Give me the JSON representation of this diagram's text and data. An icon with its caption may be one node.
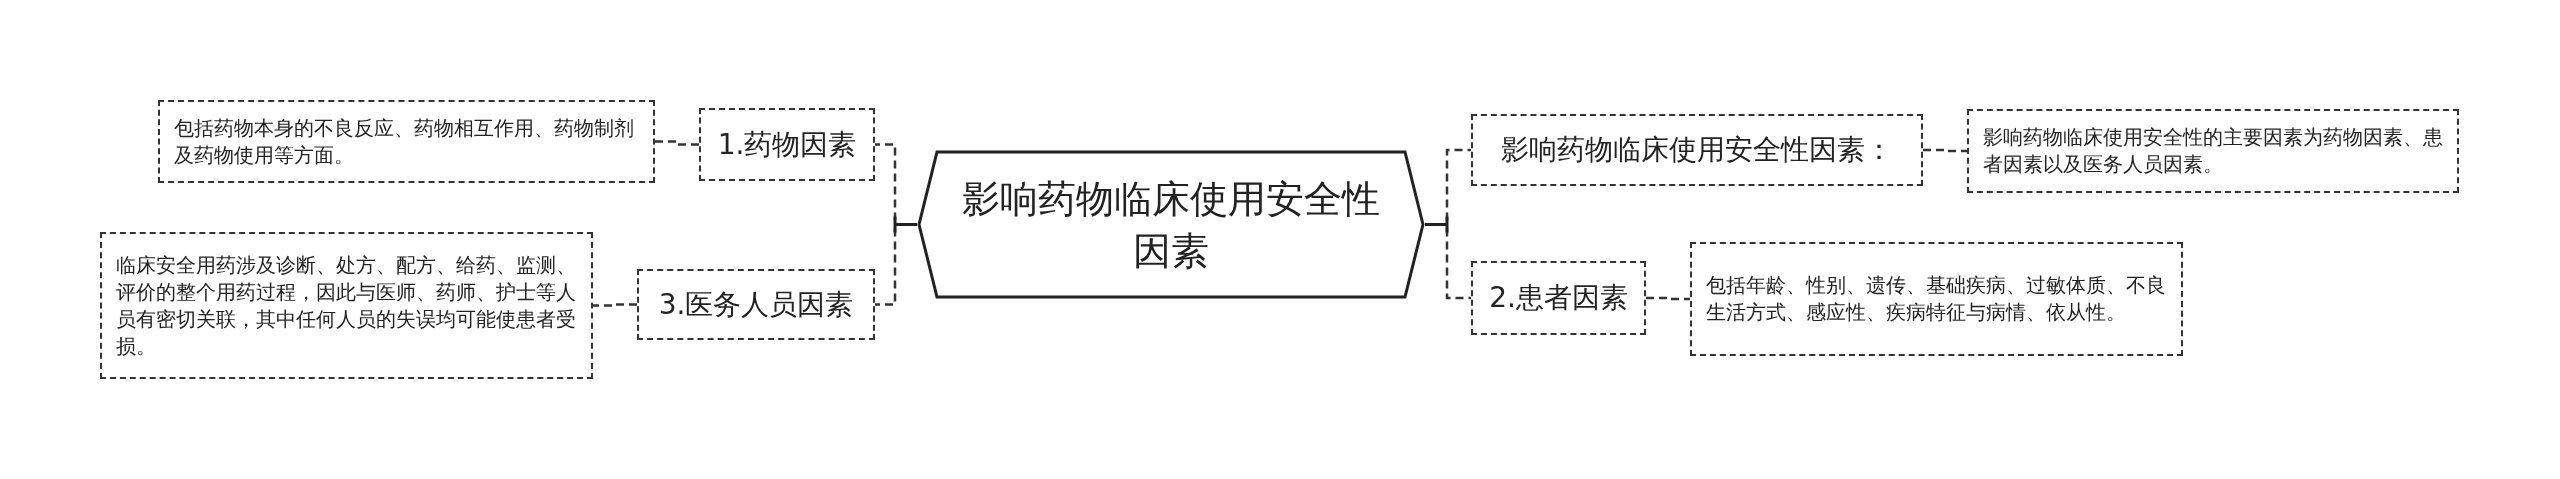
{
  "diagram": {
    "nodes": [
      {
        "text": [
          "影响药物临床使用安全性因素"
        ]
      },
      {
        "text": [
          "1.药物因素"
        ]
      },
      {
        "text": [
          "包括药物本身的不良反应、药物相互作用、药物制剂及药物使用等方面。"
        ]
      },
      {
        "text": [
          "3.医务人员因素"
        ]
      },
      {
        "text": [
          "临床安全用药涉及诊断、处方、配方、给药、监测、评价的整个用药过程，因此与医师、药师、护士等人员有密切关联，其中任何人员的失误均可能使患者受损。"
        ]
      },
      {
        "text": [
          "影响药物临床使用安全性因素："
        ]
      },
      {
        "text": [
          "影响药物临床使用安全性的主要因素为药物因素、患者因素以及医务人员因素。"
        ]
      },
      {
        "text": [
          "2.患者因素"
        ]
      },
      {
        "text": [
          "包括年龄、性别、遗传、基础疾病、过敏体质、不良生活方式、感应性、疾病特征与病情、依从性。"
        ]
      }
    ],
    "edges": [
      {
        "from": 0,
        "to": 1,
        "arrow": "none",
        "style": "dashed"
      },
      {
        "from": 1,
        "to": 2,
        "arrow": "none",
        "style": "dashed"
      },
      {
        "from": 0,
        "to": 3,
        "arrow": "none",
        "style": "dashed"
      },
      {
        "from": 3,
        "to": 4,
        "arrow": "none",
        "style": "dashed"
      },
      {
        "from": 0,
        "to": 5,
        "arrow": "none",
        "style": "dashed"
      },
      {
        "from": 5,
        "to": 6,
        "arrow": "none",
        "style": "dashed"
      },
      {
        "from": 0,
        "to": 7,
        "arrow": "none",
        "style": "dashed"
      },
      {
        "from": 7,
        "to": 8,
        "arrow": "none",
        "style": "dashed"
      }
    ]
  }
}
